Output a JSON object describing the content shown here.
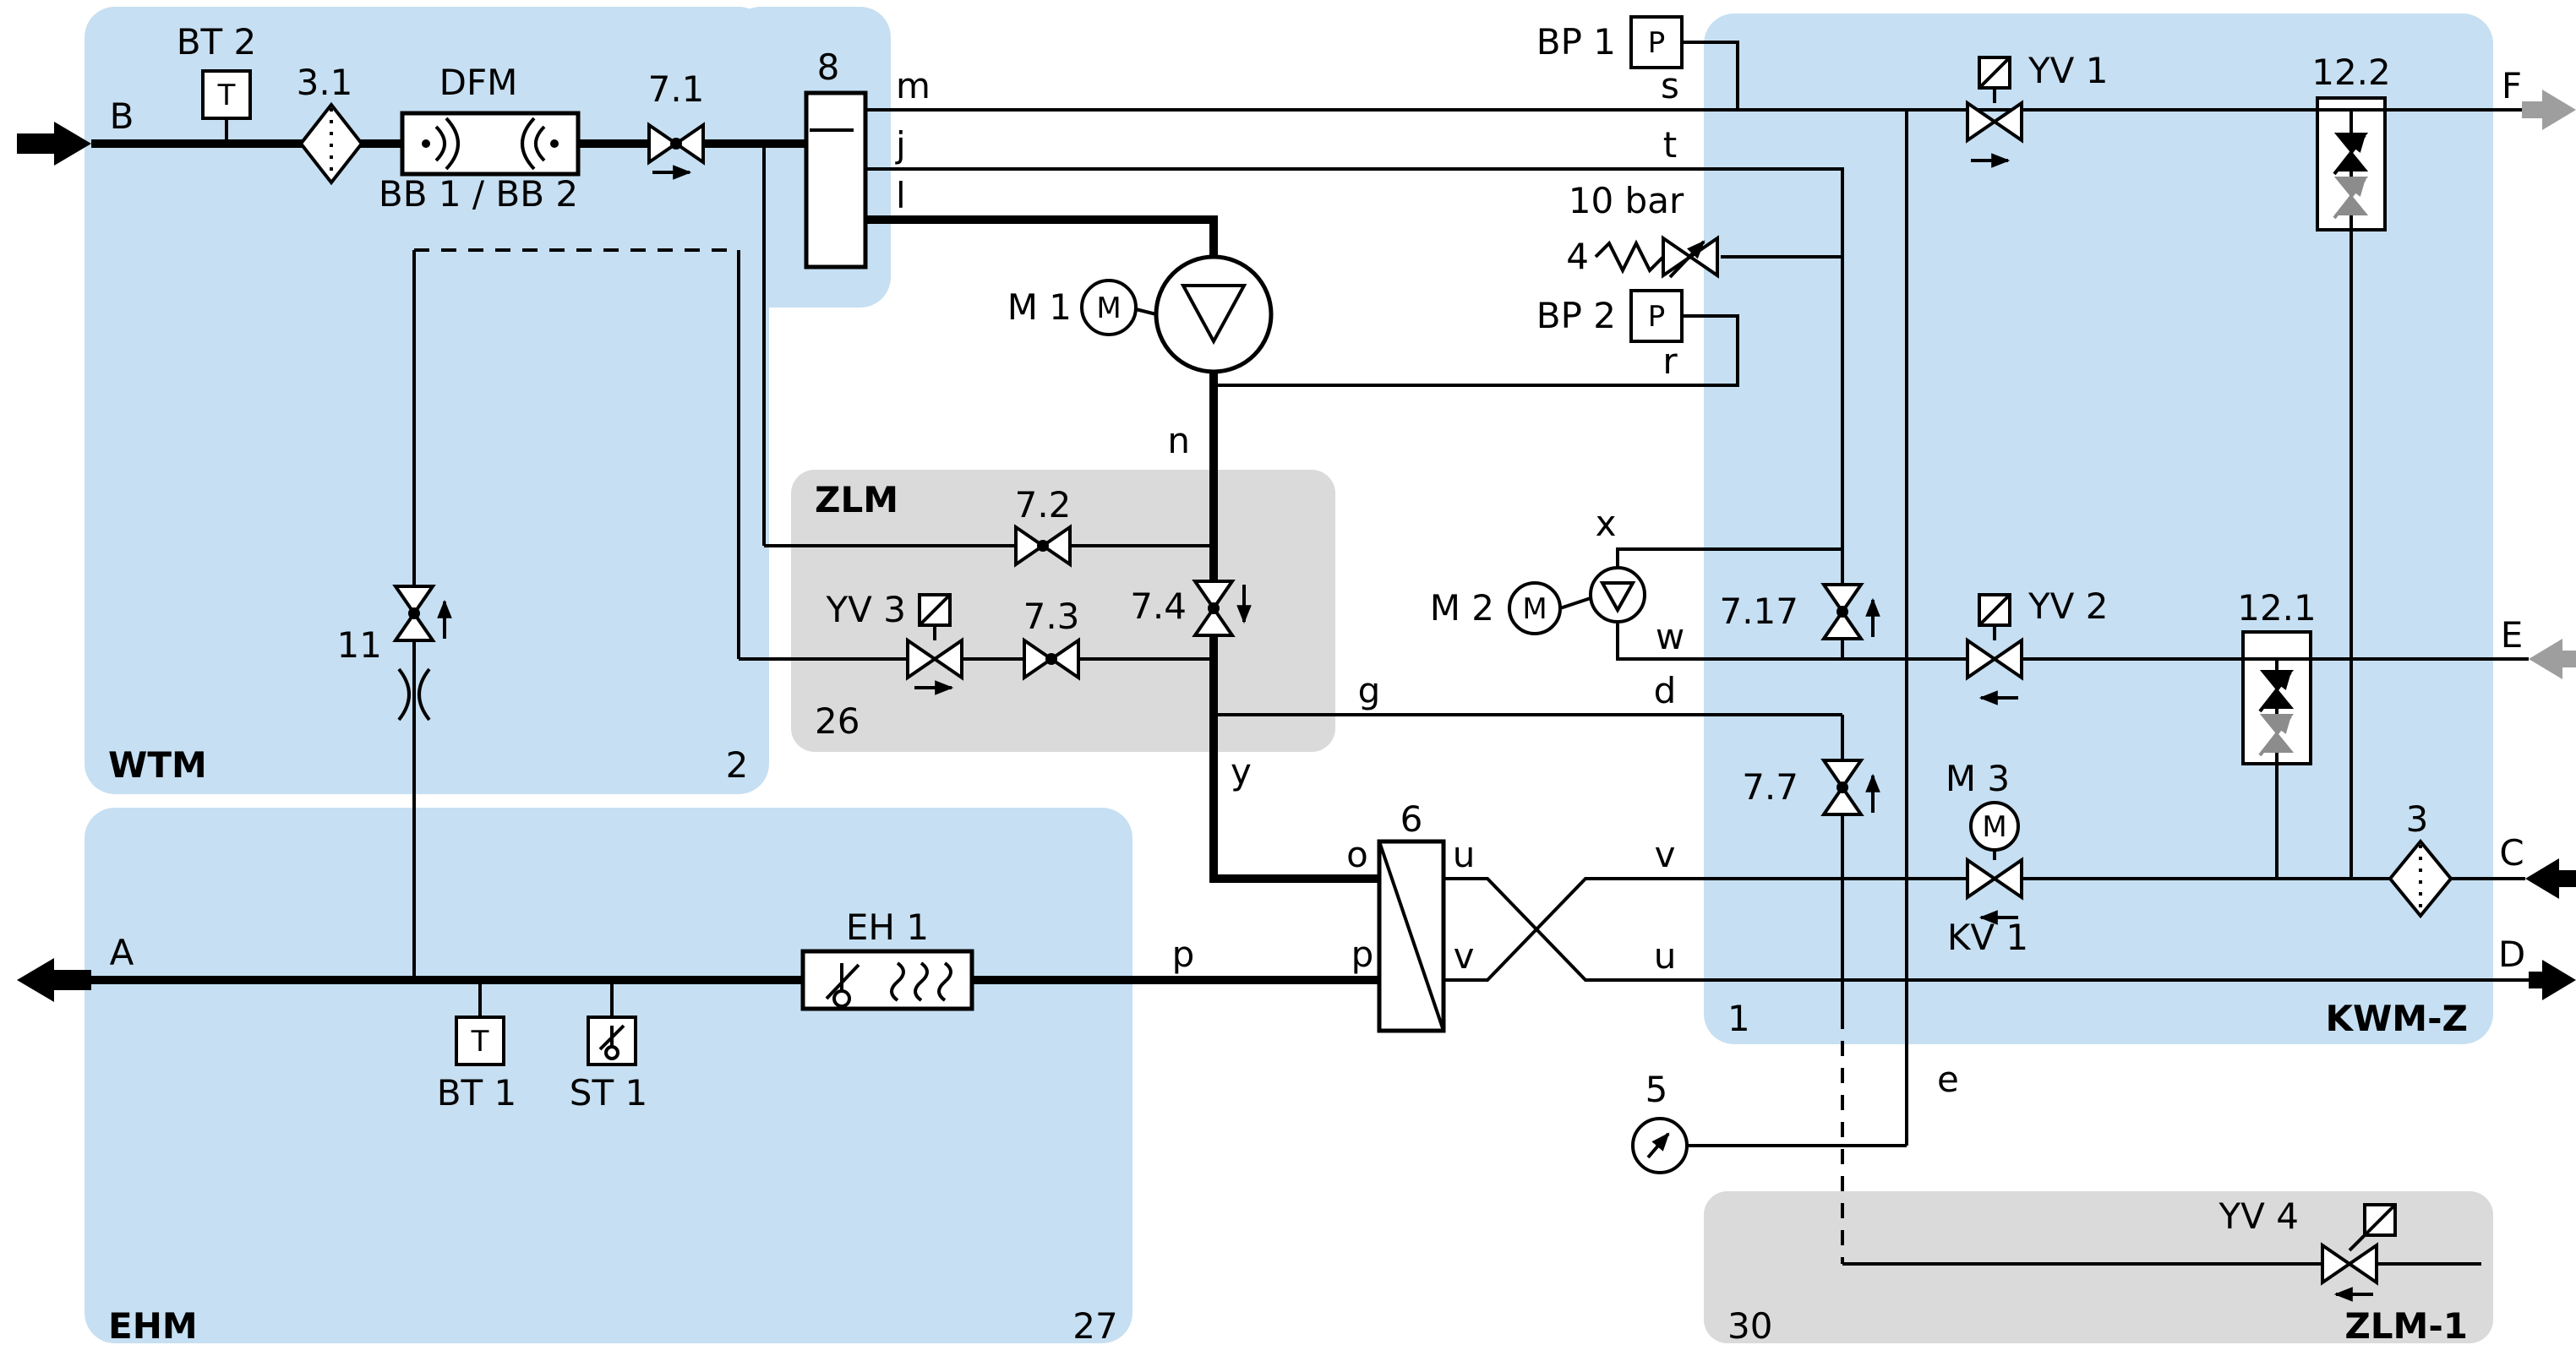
{
  "colors": {
    "region_blue": "#c6dff2",
    "region_gray": "#dadada",
    "line": "#000000",
    "muted_arrow": "#9e9e9e",
    "gray_valve": "#8c8c8c"
  },
  "regions": {
    "wtm": {
      "name": "WTM",
      "id": "2"
    },
    "ehm": {
      "name": "EHM",
      "id": "27"
    },
    "kwmz": {
      "name": "KWM-Z",
      "id": "1"
    },
    "zlm": {
      "name": "ZLM",
      "id": "26"
    },
    "zlm1": {
      "name": "ZLM-1",
      "id": "30"
    }
  },
  "ports": {
    "a": "A",
    "b": "B",
    "c": "C",
    "d": "D",
    "e": "E",
    "f": "F"
  },
  "lines": {
    "m": "m",
    "j": "j",
    "l": "l",
    "n": "n",
    "s": "s",
    "t": "t",
    "r": "r",
    "x": "x",
    "w": "w",
    "g": "g",
    "d": "d",
    "y": "y",
    "o": "o",
    "p": "p",
    "u": "u",
    "v": "v",
    "e": "e"
  },
  "components": {
    "bt2": {
      "label": "BT 2",
      "letter": "T"
    },
    "bt1": {
      "label": "BT 1",
      "letter": "T"
    },
    "st1": {
      "label": "ST 1"
    },
    "bp1": {
      "label": "BP 1",
      "letter": "P"
    },
    "bp2": {
      "label": "BP 2",
      "letter": "P"
    },
    "filter31": {
      "label": "3.1"
    },
    "filter3": {
      "label": "3"
    },
    "dfm": {
      "label": "DFM",
      "sublabel": "BB 1 / BB 2"
    },
    "valve71": {
      "label": "7.1"
    },
    "vessel8": {
      "label": "8"
    },
    "pump_m1": {
      "label": "M 1",
      "letter": "M"
    },
    "pump_m2": {
      "label": "M 2",
      "letter": "M"
    },
    "motor_m3": {
      "label": "M 3",
      "letter": "M"
    },
    "valve72": {
      "label": "7.2"
    },
    "valve73": {
      "label": "7.3"
    },
    "valve74": {
      "label": "7.4"
    },
    "valve717": {
      "label": "7.17"
    },
    "valve77": {
      "label": "7.7"
    },
    "valve11": {
      "label": "11"
    },
    "yv1": {
      "label": "YV 1"
    },
    "yv2": {
      "label": "YV 2"
    },
    "yv3": {
      "label": "YV 3"
    },
    "yv4": {
      "label": "YV 4"
    },
    "kv1": {
      "label": "KV 1"
    },
    "check122": {
      "label": "12.2"
    },
    "check121": {
      "label": "12.1"
    },
    "relief4": {
      "label": "4",
      "pressure": "10 bar"
    },
    "hx6": {
      "label": "6"
    },
    "eh1": {
      "label": "EH 1"
    },
    "gauge5": {
      "label": "5"
    }
  }
}
